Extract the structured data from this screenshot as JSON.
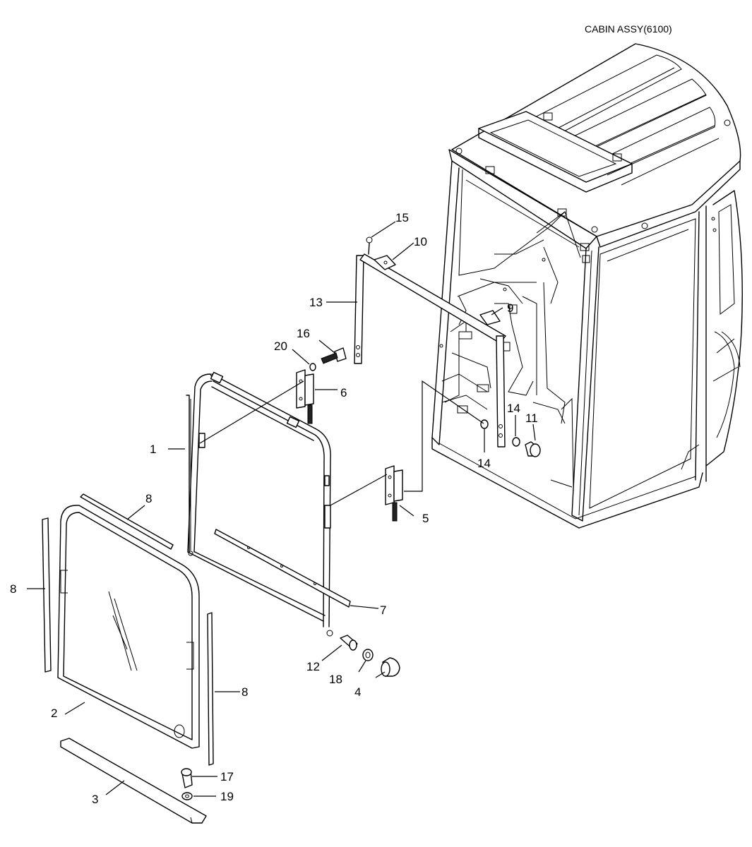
{
  "title": "CABIN ASSY(6100)",
  "callouts": {
    "c1": "1",
    "c2": "2",
    "c3": "3",
    "c4": "4",
    "c5": "5",
    "c6": "6",
    "c7": "7",
    "c8a": "8",
    "c8b": "8",
    "c8c": "8",
    "c9": "9",
    "c10": "10",
    "c11": "11",
    "c12": "12",
    "c13": "13",
    "c14a": "14",
    "c14b": "14",
    "c15": "15",
    "c16": "16",
    "c17": "17",
    "c18": "18",
    "c19": "19",
    "c20": "20"
  }
}
